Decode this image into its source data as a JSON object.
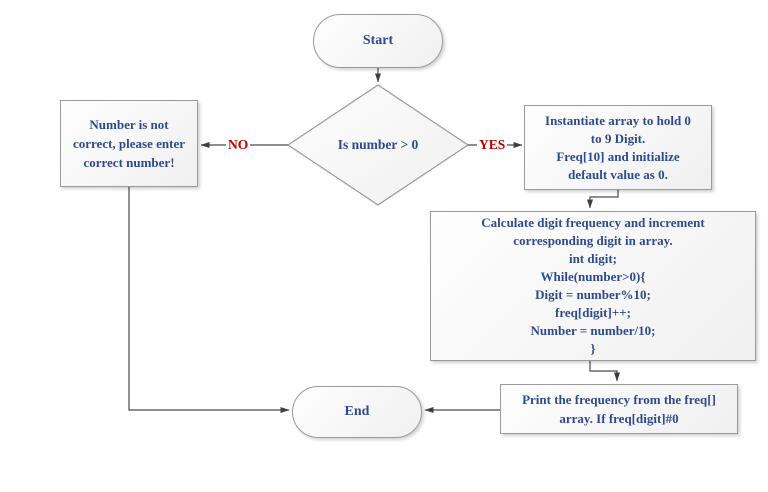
{
  "nodes": {
    "start": {
      "label": "Start"
    },
    "decision": {
      "label": "Is number > 0"
    },
    "error": {
      "line1": "Number is not",
      "line2": "correct, please enter",
      "line3": "correct number!"
    },
    "init": {
      "line1": "Instantiate array to hold 0",
      "line2": "to 9 Digit.",
      "line3": "Freq[10] and initialize",
      "line4": "default value as 0."
    },
    "calc": {
      "lines": [
        "Calculate digit frequency and increment",
        "corresponding digit in array.",
        "int digit;",
        "While(number>0){",
        "Digit = number%10;",
        "freq[digit]++;",
        "Number = number/10;",
        "}"
      ]
    },
    "print": {
      "line1": "Print the frequency from the freq[]",
      "line2": "array. If freq[digit]#0"
    },
    "end": {
      "label": "End"
    }
  },
  "branch_labels": {
    "no": "NO",
    "yes": "YES"
  },
  "colors": {
    "node_text": "#2e4a8e",
    "branch_label": "#c00000",
    "node_border": "#9a9a9a",
    "connector": "#4a4a4a"
  }
}
